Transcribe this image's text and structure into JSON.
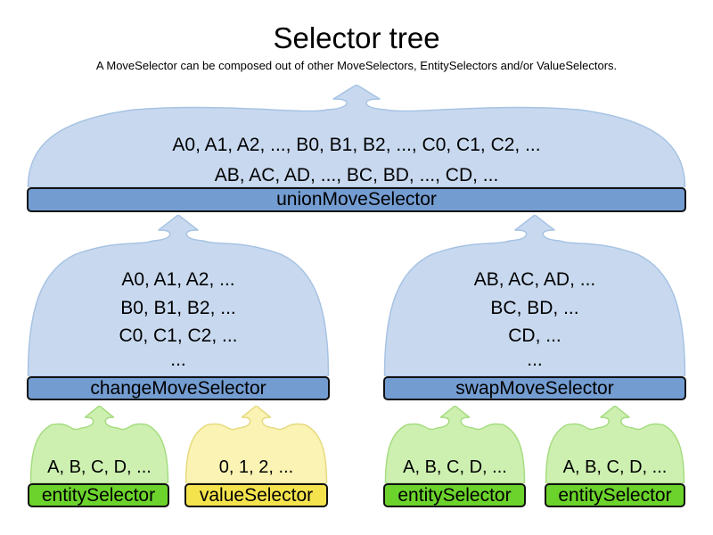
{
  "title": "Selector tree",
  "subtitle": "A MoveSelector can be composed out of other MoveSelectors, EntitySelectors and/or ValueSelectors.",
  "colors": {
    "move_cloud_fill": "#C8D9EF",
    "move_cloud_stroke": "#A7C3E3",
    "move_bar_fill": "#739CD1",
    "entity_cloud_fill": "#CDF0B1",
    "entity_cloud_stroke": "#A6DC80",
    "entity_bar_fill": "#6CD32C",
    "value_cloud_fill": "#FAF3B4",
    "value_cloud_stroke": "#E6DA7E",
    "value_bar_fill": "#F4E34D",
    "bar_border": "#111111",
    "text": "#000000"
  },
  "nodes": {
    "union": {
      "label": "unionMoveSelector",
      "lines": [
        "A0, A1, A2, ..., B0, B1, B2, ..., C0, C1, C2, ...",
        "AB, AC, AD, ..., BC, BD, ..., CD, ..."
      ]
    },
    "change": {
      "label": "changeMoveSelector",
      "lines": [
        "A0, A1, A2, ...",
        "B0, B1, B2, ...",
        "C0, C1, C2, ...",
        "..."
      ]
    },
    "swap": {
      "label": "swapMoveSelector",
      "lines": [
        "AB, AC, AD, ...",
        "BC, BD, ...",
        "CD, ...",
        "..."
      ]
    },
    "entity1": {
      "label": "entitySelector",
      "lines": [
        "A, B, C, D, ..."
      ]
    },
    "value1": {
      "label": "valueSelector",
      "lines": [
        "0, 1, 2, ..."
      ]
    },
    "entity2": {
      "label": "entitySelector",
      "lines": [
        "A, B, C, D, ..."
      ]
    },
    "entity3": {
      "label": "entitySelector",
      "lines": [
        "A, B, C, D, ..."
      ]
    }
  }
}
